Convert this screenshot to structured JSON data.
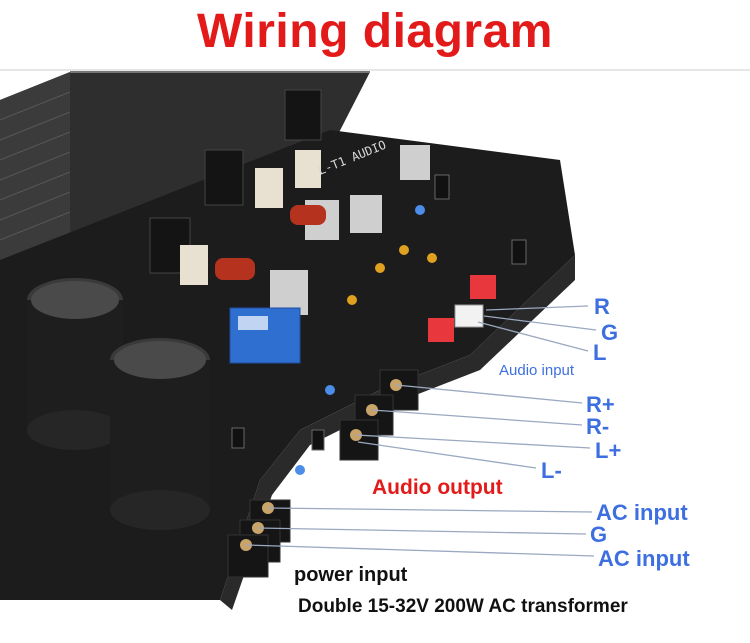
{
  "title": "Wiring diagram",
  "labels": {
    "r": "R",
    "g_audio": "G",
    "l": "L",
    "audio_input": "Audio input",
    "r_plus": "R+",
    "r_minus": "R-",
    "l_plus": "L+",
    "l_minus": "L-",
    "audio_output": "Audio output",
    "ac_input_1": "AC input",
    "g_power": "G",
    "ac_input_2": "AC input",
    "power_input": "power input",
    "transformer": "Double 15-32V  200W AC transformer"
  },
  "board": {
    "silkscreen": "L-T1 AUDIO"
  },
  "colors": {
    "title": "#e31a1a",
    "label_blue": "#3d6fe0",
    "label_red": "#e31a1a",
    "label_black": "#111111",
    "pcb": "#1c1c1c",
    "heatsink": "#3a3a3a"
  }
}
